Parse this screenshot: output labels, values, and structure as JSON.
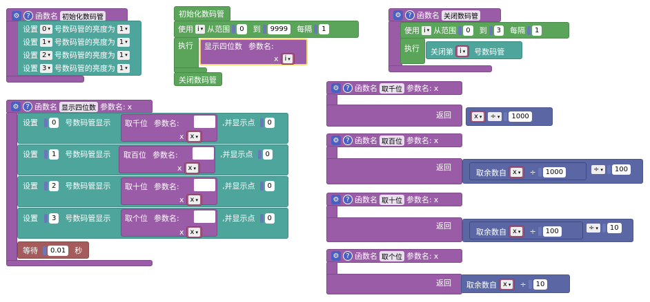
{
  "common": {
    "func_label": "函数名",
    "param_label": "参数名:",
    "param_x": "x",
    "var_i": "i",
    "var_x": "x",
    "set_label": "设置",
    "exec_label": "执行",
    "return_label": "返回",
    "use_label": "使用",
    "from_range": "从范围",
    "to_label": "到",
    "step_label": "每隔",
    "mod_label": "取余数自",
    "div_sym": "÷",
    "gear": "⚙",
    "question": "?",
    "arrow": "▾"
  },
  "b1": {
    "name": "初始化数码管",
    "suffix": "号数码管的亮度为",
    "rows": [
      {
        "d": "0",
        "v": "1"
      },
      {
        "d": "1",
        "v": "1"
      },
      {
        "d": "2",
        "v": "1"
      },
      {
        "d": "3",
        "v": "1"
      }
    ]
  },
  "b2": {
    "title": "初始化数码管",
    "from": "0",
    "to": "9999",
    "step": "1",
    "call": "显示四位数",
    "footer": "关闭数码管"
  },
  "b3": {
    "name": "关闭数码管",
    "from": "0",
    "to": "3",
    "step": "1",
    "close_prefix": "关闭第",
    "close_suffix": "号数码管"
  },
  "b4": {
    "name": "显示四位数",
    "show_label": "号数码管显示",
    "dot_label": ",并显示点",
    "rows": [
      {
        "d": "0",
        "fn": "取千位",
        "dot": "0"
      },
      {
        "d": "1",
        "fn": "取百位",
        "dot": "0"
      },
      {
        "d": "2",
        "fn": "取十位",
        "dot": "0"
      },
      {
        "d": "3",
        "fn": "取个位",
        "dot": "0"
      }
    ],
    "wait": "等待",
    "wait_val": "0.01",
    "sec": "秒"
  },
  "b5": {
    "name": "取千位",
    "div": "1000"
  },
  "b6": {
    "name": "取百位",
    "mod": "1000",
    "div": "100"
  },
  "b7": {
    "name": "取十位",
    "mod": "100",
    "div": "10"
  },
  "b8": {
    "name": "取个位",
    "mod": "10"
  }
}
